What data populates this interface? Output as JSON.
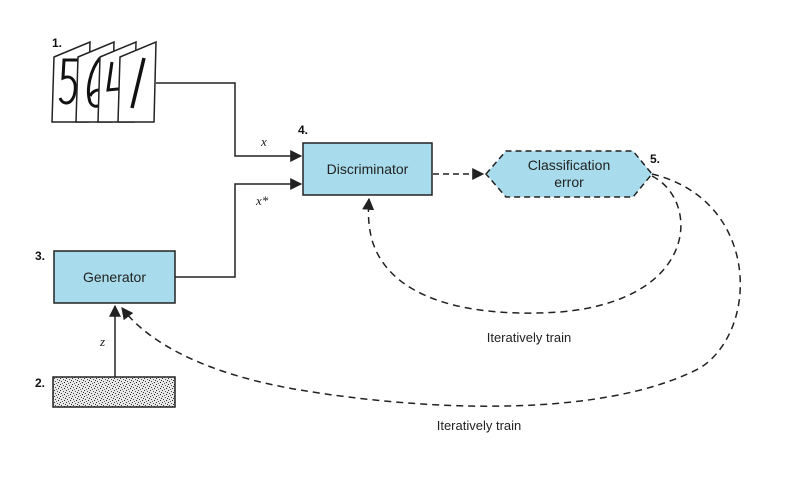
{
  "steps": {
    "s1": "1.",
    "s2": "2.",
    "s3": "3.",
    "s4": "4.",
    "s5": "5."
  },
  "boxes": {
    "discriminator": "Discriminator",
    "generator": "Generator",
    "classification_line1": "Classification",
    "classification_line2": "error"
  },
  "variables": {
    "x": "x",
    "x_star": "x*",
    "z": "z"
  },
  "captions": {
    "train_discriminator": "Iteratively train",
    "train_generator": "Iteratively train"
  },
  "colors": {
    "box_fill": "#a8dcec",
    "stroke": "#222222"
  }
}
